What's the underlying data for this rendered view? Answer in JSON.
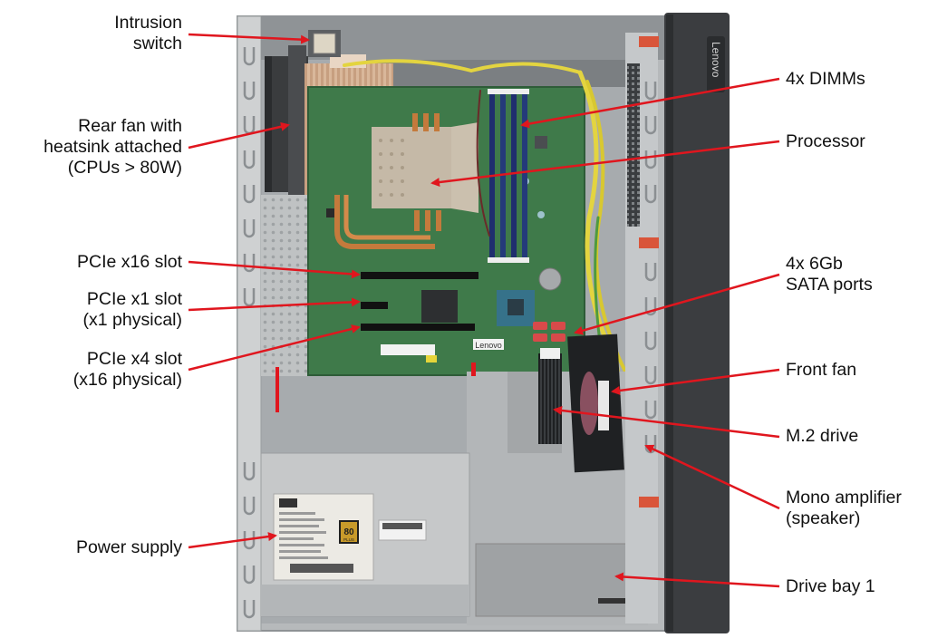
{
  "figure": {
    "subject": "Lenovo tower desktop chassis interior, side panel removed",
    "brand_front_bezel": "Lenovo",
    "brand_motherboard": "Lenovo",
    "psu_badge": {
      "line1": "80",
      "line2": "PLUS"
    },
    "callout_color": "#e0161e"
  },
  "callouts_left": [
    {
      "id": "intrusion-switch",
      "text": "Intrusion\nswitch"
    },
    {
      "id": "rear-fan",
      "text": "Rear fan with\nheatsink attached\n(CPUs > 80W)"
    },
    {
      "id": "pcie-x16",
      "text": "PCIe x16 slot"
    },
    {
      "id": "pcie-x1",
      "text": "PCIe x1 slot\n(x1 physical)"
    },
    {
      "id": "pcie-x4",
      "text": "PCIe x4 slot\n(x16 physical)"
    },
    {
      "id": "power-supply",
      "text": "Power supply"
    }
  ],
  "callouts_right": [
    {
      "id": "dimms",
      "text": "4x DIMMs"
    },
    {
      "id": "processor",
      "text": "Processor"
    },
    {
      "id": "sata-ports",
      "text": "4x 6Gb\nSATA ports"
    },
    {
      "id": "front-fan",
      "text": "Front fan"
    },
    {
      "id": "m2-drive",
      "text": "M.2 drive"
    },
    {
      "id": "mono-amplifier",
      "text": "Mono amplifier\n(speaker)"
    },
    {
      "id": "drive-bay-1",
      "text": "Drive bay 1"
    }
  ]
}
